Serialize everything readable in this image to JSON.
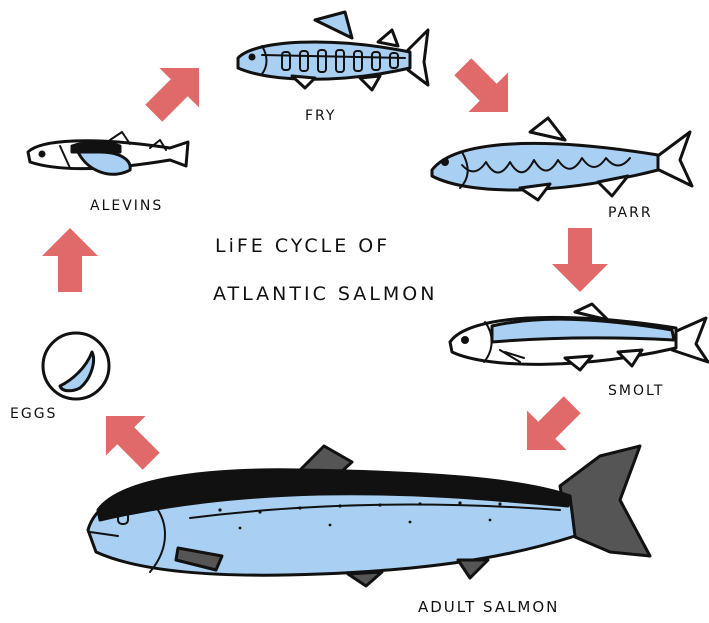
{
  "diagram": {
    "title_line1": "LiFE CYCLE OF",
    "title_line2": "ATLANTIC SALMON",
    "stages": {
      "fry": "FRY",
      "parr": "PARR",
      "smolt": "SMOLT",
      "adult": "ADULT SALMON",
      "eggs": "EGGS",
      "alevins": "ALEVINS"
    },
    "colors": {
      "arrow": "#e06a6a",
      "fish_body": "#a9d0f2",
      "fish_back": "#111111",
      "outline": "#111111"
    }
  }
}
